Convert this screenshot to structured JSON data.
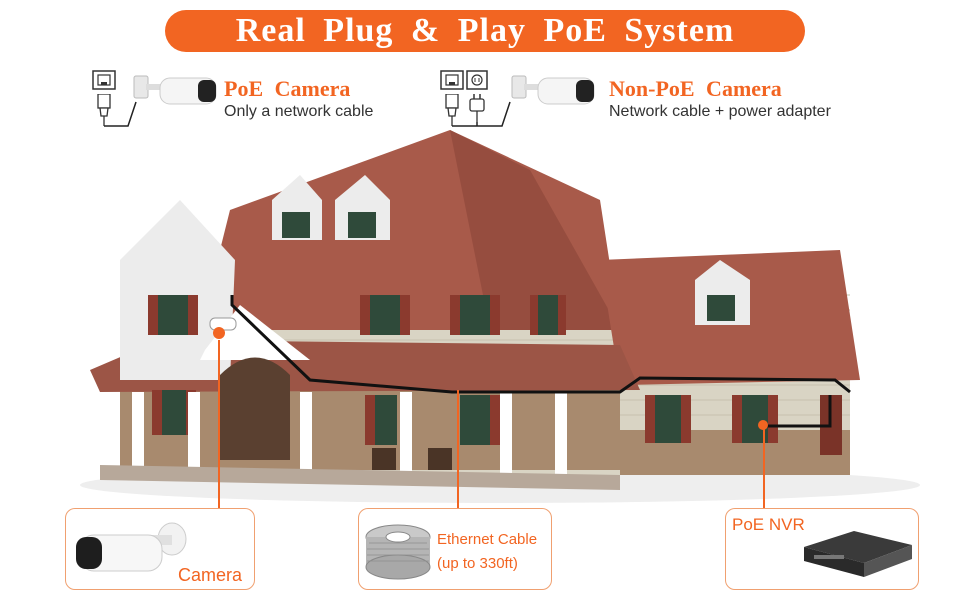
{
  "banner": {
    "title": "Real Plug & Play PoE System"
  },
  "poe_legend": {
    "title": "PoE  Camera",
    "subtitle": "Only  a network cable"
  },
  "nonpoe_legend": {
    "title": "Non-PoE  Camera",
    "subtitle": "Network cable + power adapter"
  },
  "components": {
    "camera": "Camera",
    "cable_line1": "Ethernet Cable",
    "cable_line2": "(up to 330ft)",
    "nvr": "PoE NVR"
  },
  "colors": {
    "accent": "#f26522",
    "roof": "#a85a4a",
    "siding": "#d9d4c4",
    "brick": "#a88a6e",
    "trim": "#ffffff"
  },
  "icons": [
    "rj45-port-icon",
    "rj45-plug-icon",
    "power-outlet-icon",
    "power-adapter-icon",
    "bullet-camera-icon"
  ]
}
